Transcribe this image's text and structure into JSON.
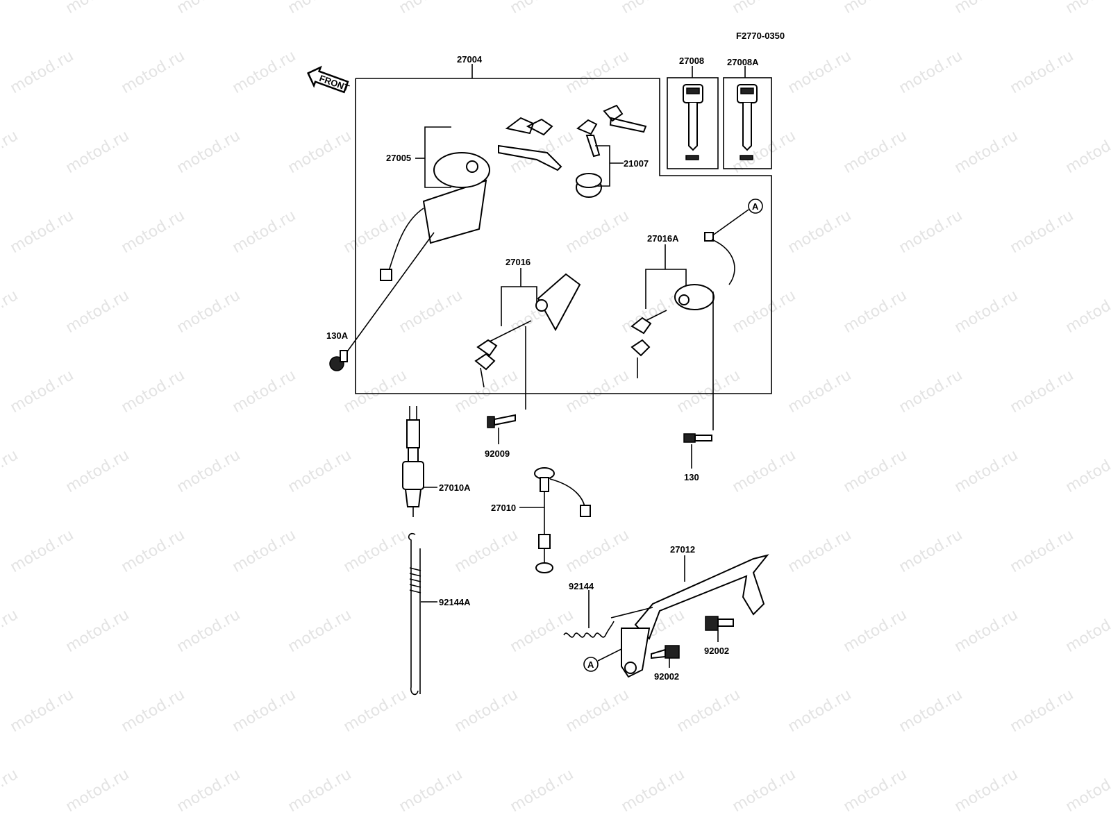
{
  "watermark": "motod.ru",
  "figure_code": "F2770-0350",
  "front_arrow": "FRONT",
  "labels": {
    "p27004": "27004",
    "p27008": "27008",
    "p27008A": "27008A",
    "p27005": "27005",
    "p21007": "21007",
    "refA_top": "A",
    "p27016A": "27016A",
    "p27016": "27016",
    "p130A": "130A",
    "p92009": "92009",
    "p130": "130",
    "p27010A": "27010A",
    "p27010": "27010",
    "p27012": "27012",
    "p92144": "92144",
    "p92144A": "92144A",
    "p92002_right": "92002",
    "p92002_bottom": "92002",
    "refA_bottom": "A"
  }
}
